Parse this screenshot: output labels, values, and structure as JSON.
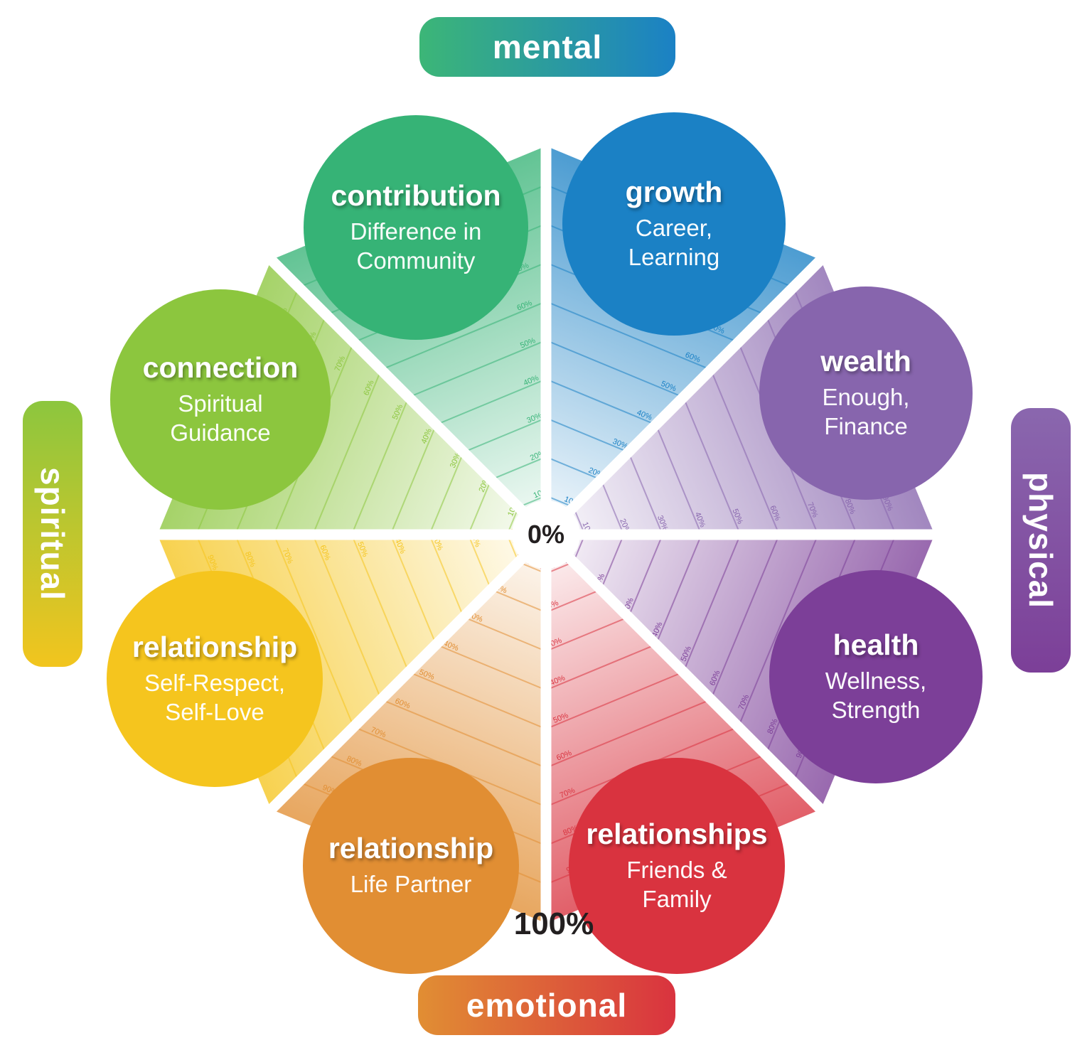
{
  "center": {
    "zero_label": "0%",
    "hundred_label": "100%"
  },
  "gridlines": [
    "10%",
    "20%",
    "30%",
    "40%",
    "50%",
    "60%",
    "70%",
    "80%",
    "90%"
  ],
  "axes": [
    {
      "id": "mental",
      "label": "mental",
      "position": "top",
      "gradient": [
        "#3cb677",
        "#1b81c5"
      ]
    },
    {
      "id": "physical",
      "label": "physical",
      "position": "right",
      "gradient": [
        "#8a67ae",
        "#7c3f98"
      ]
    },
    {
      "id": "emotional",
      "label": "emotional",
      "position": "bottom",
      "gradient": [
        "#e18e33",
        "#d9333f"
      ]
    },
    {
      "id": "spiritual",
      "label": "spiritual",
      "position": "left",
      "gradient": [
        "#8cc63e",
        "#f2c51e"
      ]
    }
  ],
  "segments": [
    {
      "id": "growth",
      "title": "growth",
      "subtitle": "Career,\nLearning",
      "color": "#1b81c5"
    },
    {
      "id": "wealth",
      "title": "wealth",
      "subtitle": "Enough,\nFinance",
      "color": "#8765ad"
    },
    {
      "id": "health",
      "title": "health",
      "subtitle": "Wellness,\nStrength",
      "color": "#7c3f98"
    },
    {
      "id": "relationships",
      "title": "relationships",
      "subtitle": "Friends &\nFamily",
      "color": "#d9333f"
    },
    {
      "id": "relationship-partner",
      "title": "relationship",
      "subtitle": "Life Partner",
      "color": "#e18e33"
    },
    {
      "id": "relationship-self",
      "title": "relationship",
      "subtitle": "Self-Respect,\nSelf-Love",
      "color": "#f5c51e"
    },
    {
      "id": "connection",
      "title": "connection",
      "subtitle": "Spiritual\nGuidance",
      "color": "#8cc63e"
    },
    {
      "id": "contribution",
      "title": "contribution",
      "subtitle": "Difference in\nCommunity",
      "color": "#36b376"
    }
  ]
}
